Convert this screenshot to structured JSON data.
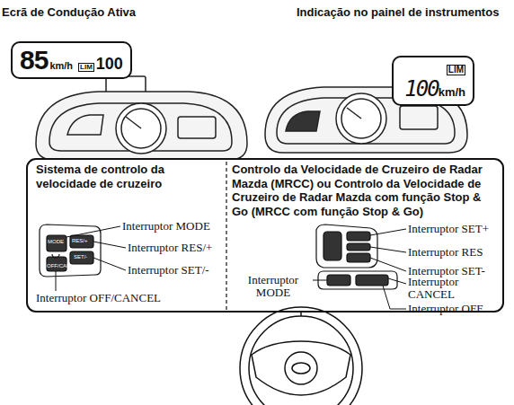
{
  "diagram": {
    "nodes": [
      {
        "text": [
          "85",
          "km/h",
          "LIM",
          "100"
        ]
      },
      {
        "text": [
          "LIM",
          "100",
          "km/h"
        ]
      },
      {
        "text": [
          "Sistema de controlo da velocidade de cruzeiro"
        ]
      },
      {
        "text": [
          "Controlo da Velocidade de Cruzeiro de Radar Mazda (MRCC) ou Controlo da Velocidade de Cruzeiro de Radar Mazda com função Stop & Go (MRCC com função Stop & Go)"
        ]
      }
    ],
    "labels": [
      "Ecrã de Condução Ativa",
      "Indicação no painel de instrumentos",
      "Interruptor MODE",
      "Interruptor RES/+",
      "Interruptor SET/-",
      "Interruptor OFF/CANCEL",
      "Interruptor SET+",
      "Interruptor RES",
      "Interruptor SET-",
      "Interruptor MODE",
      "Interruptor CANCEL",
      "Interruptor OFF",
      "MODE",
      "RES/+",
      "OFF/CAN",
      "SET/-"
    ]
  }
}
